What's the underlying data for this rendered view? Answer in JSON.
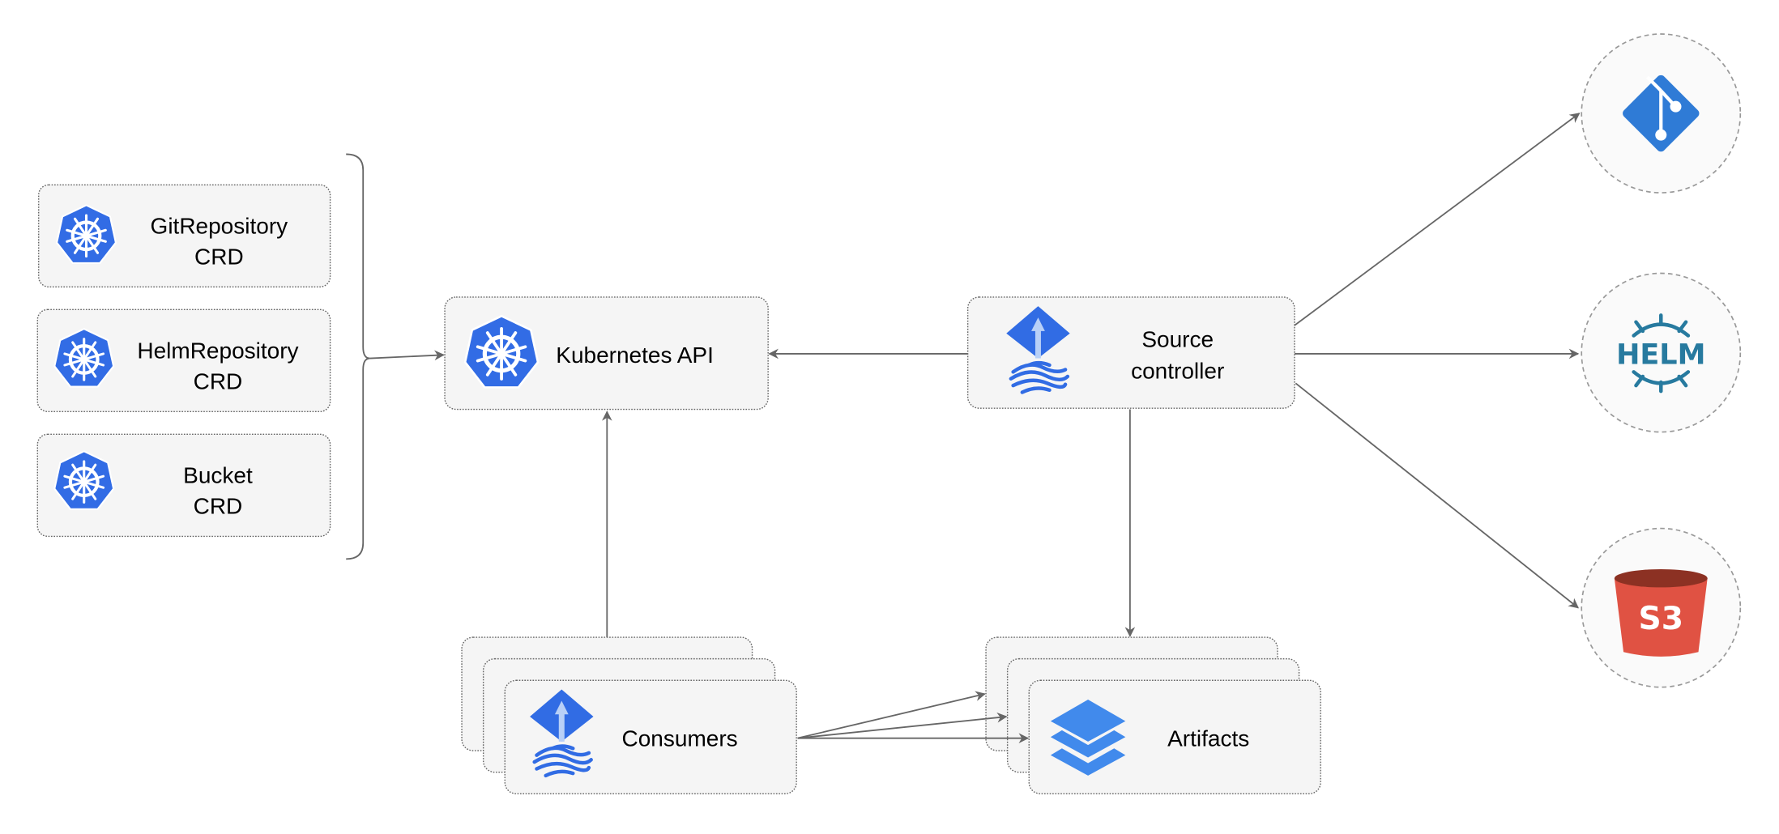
{
  "nodes": {
    "git_repository": {
      "line1": "GitRepository",
      "line2": "CRD",
      "icon": "kubernetes-icon"
    },
    "helm_repository": {
      "line1": "HelmRepository",
      "line2": "CRD",
      "icon": "kubernetes-icon"
    },
    "bucket": {
      "line1": "Bucket",
      "line2": "CRD",
      "icon": "kubernetes-icon"
    },
    "kubernetes_api": {
      "label": "Kubernetes API",
      "icon": "kubernetes-icon"
    },
    "source_controller": {
      "line1": "Source",
      "line2": "controller",
      "icon": "flux-icon"
    },
    "consumers": {
      "label": "Consumers",
      "icon": "flux-icon"
    },
    "artifacts": {
      "label": "Artifacts",
      "icon": "layers-icon"
    },
    "git": {
      "icon": "git-icon"
    },
    "helm": {
      "icon": "helm-icon",
      "logo_text": "HELM"
    },
    "s3": {
      "icon": "s3-bucket-icon",
      "logo_text": "S3"
    }
  },
  "colors": {
    "kubernetes": "#326ce5",
    "flux": "#316ce4",
    "git": "#2f7bd6",
    "helm": "#277a9f",
    "s3_body": "#e05243",
    "s3_top": "#8c3123",
    "artifacts": "#418aec",
    "edge": "#666666"
  }
}
